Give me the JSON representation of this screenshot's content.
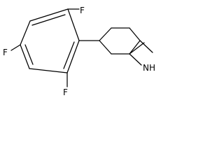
{
  "molecule": {
    "atoms": {
      "F_top": "F",
      "F_left": "F",
      "F_bottom": "F",
      "NH": "NH"
    }
  }
}
